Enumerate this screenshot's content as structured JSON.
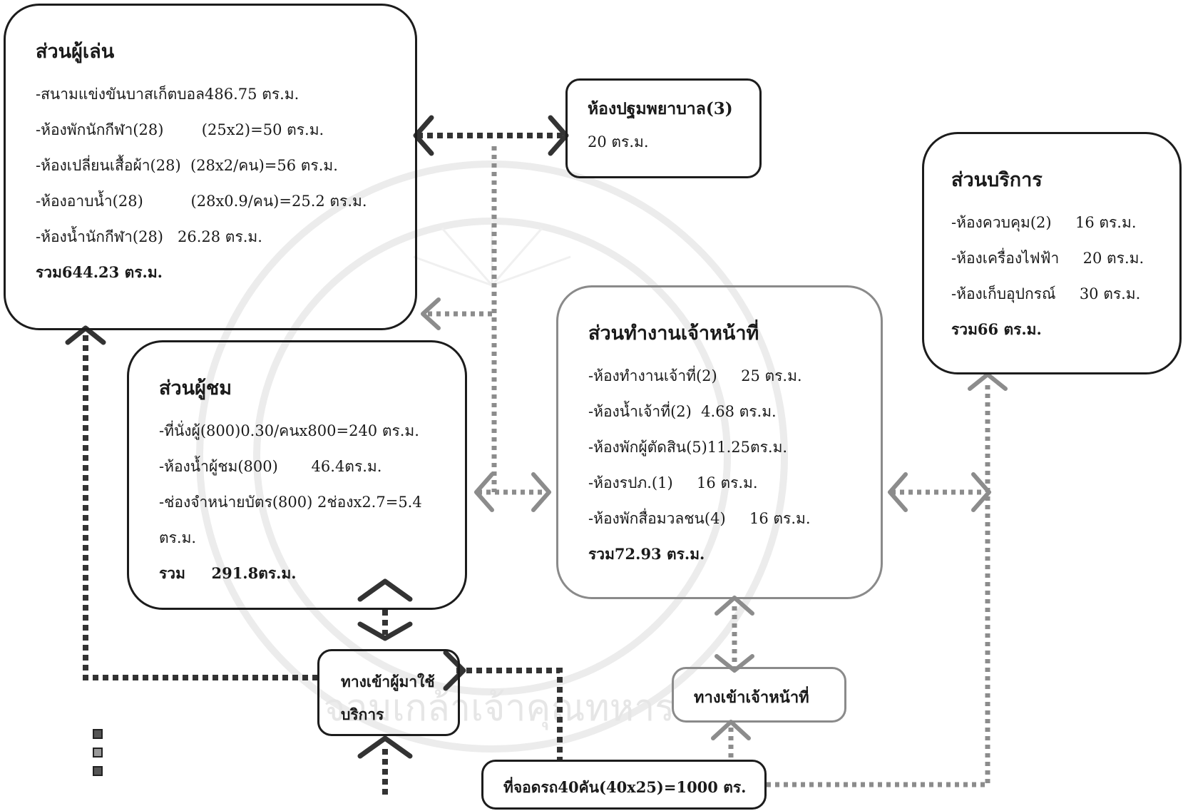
{
  "player_zone": {
    "title": "ส่วนผู้เล่น",
    "lines": [
      "-สนามแข่งขันบาสเก็ตบอล486.75 ตร.ม.",
      "-ห้องพักนักกีฬา(28)        (25x2)=50 ตร.ม.",
      "-ห้องเปลี่ยนเสื้อผ้า(28)  (28x2/คน)=56 ตร.ม.",
      "-ห้องอาบน้ำ(28)          (28x0.9/คน)=25.2 ตร.ม.",
      "-ห้องน้ำนักกีฬา(28)   26.28 ตร.ม."
    ],
    "total": "รวม644.23 ตร.ม."
  },
  "first_aid": {
    "title": "ห้องปฐมพยาบาล(3)",
    "area": "20 ตร.ม."
  },
  "service_zone": {
    "title": "ส่วนบริการ",
    "lines": [
      "-ห้องควบคุม(2)     16 ตร.ม.",
      "-ห้องเครื่องไฟฟ้า     20 ตร.ม.",
      "-ห้องเก็บอุปกรณ์     30 ตร.ม."
    ],
    "total": "รวม66 ตร.ม."
  },
  "spectator_zone": {
    "title": "ส่วนผู้ชม",
    "lines": [
      "-ที่นั่งผู้(800)0.30/คนx800=240 ตร.ม.",
      "-ห้องน้ำผู้ชม(800)       46.4ตร.ม.",
      "-ช่องจำหน่ายบัตร(800) 2ช่องx2.7=5.4",
      "ตร.ม."
    ],
    "total": "รวม     291.8ตร.ม."
  },
  "staff_zone": {
    "title": "ส่วนทำงานเจ้าหน้าที่",
    "lines": [
      "-ห้องทำงานเจ้าที่(2)     25 ตร.ม.",
      "-ห้องน้ำเจ้าที่(2)  4.68 ตร.ม.",
      "-ห้องพักผู้ตัดสิน(5)11.25ตร.ม.",
      "-ห้องรปภ.(1)     16 ตร.ม.",
      "-ห้องพักสื่อมวลชน(4)     16 ตร.ม."
    ],
    "total": "รวม72.93 ตร.ม."
  },
  "visitor_entrance": {
    "line1": "ทางเข้าผู้มาใช้",
    "line2": "บริการ"
  },
  "staff_entrance": {
    "label": "ทางเข้าเจ้าหน้าที่"
  },
  "parking": {
    "label": "ที่จอดรถ40คัน(40x25)=1000 ตร."
  },
  "watermark": {
    "text": "จอมเกล้าเจ้าคุณทหาร"
  },
  "colors": {
    "dark_connector": "#333333",
    "light_connector": "#8c8c8c",
    "border": "#1c1c1c"
  }
}
